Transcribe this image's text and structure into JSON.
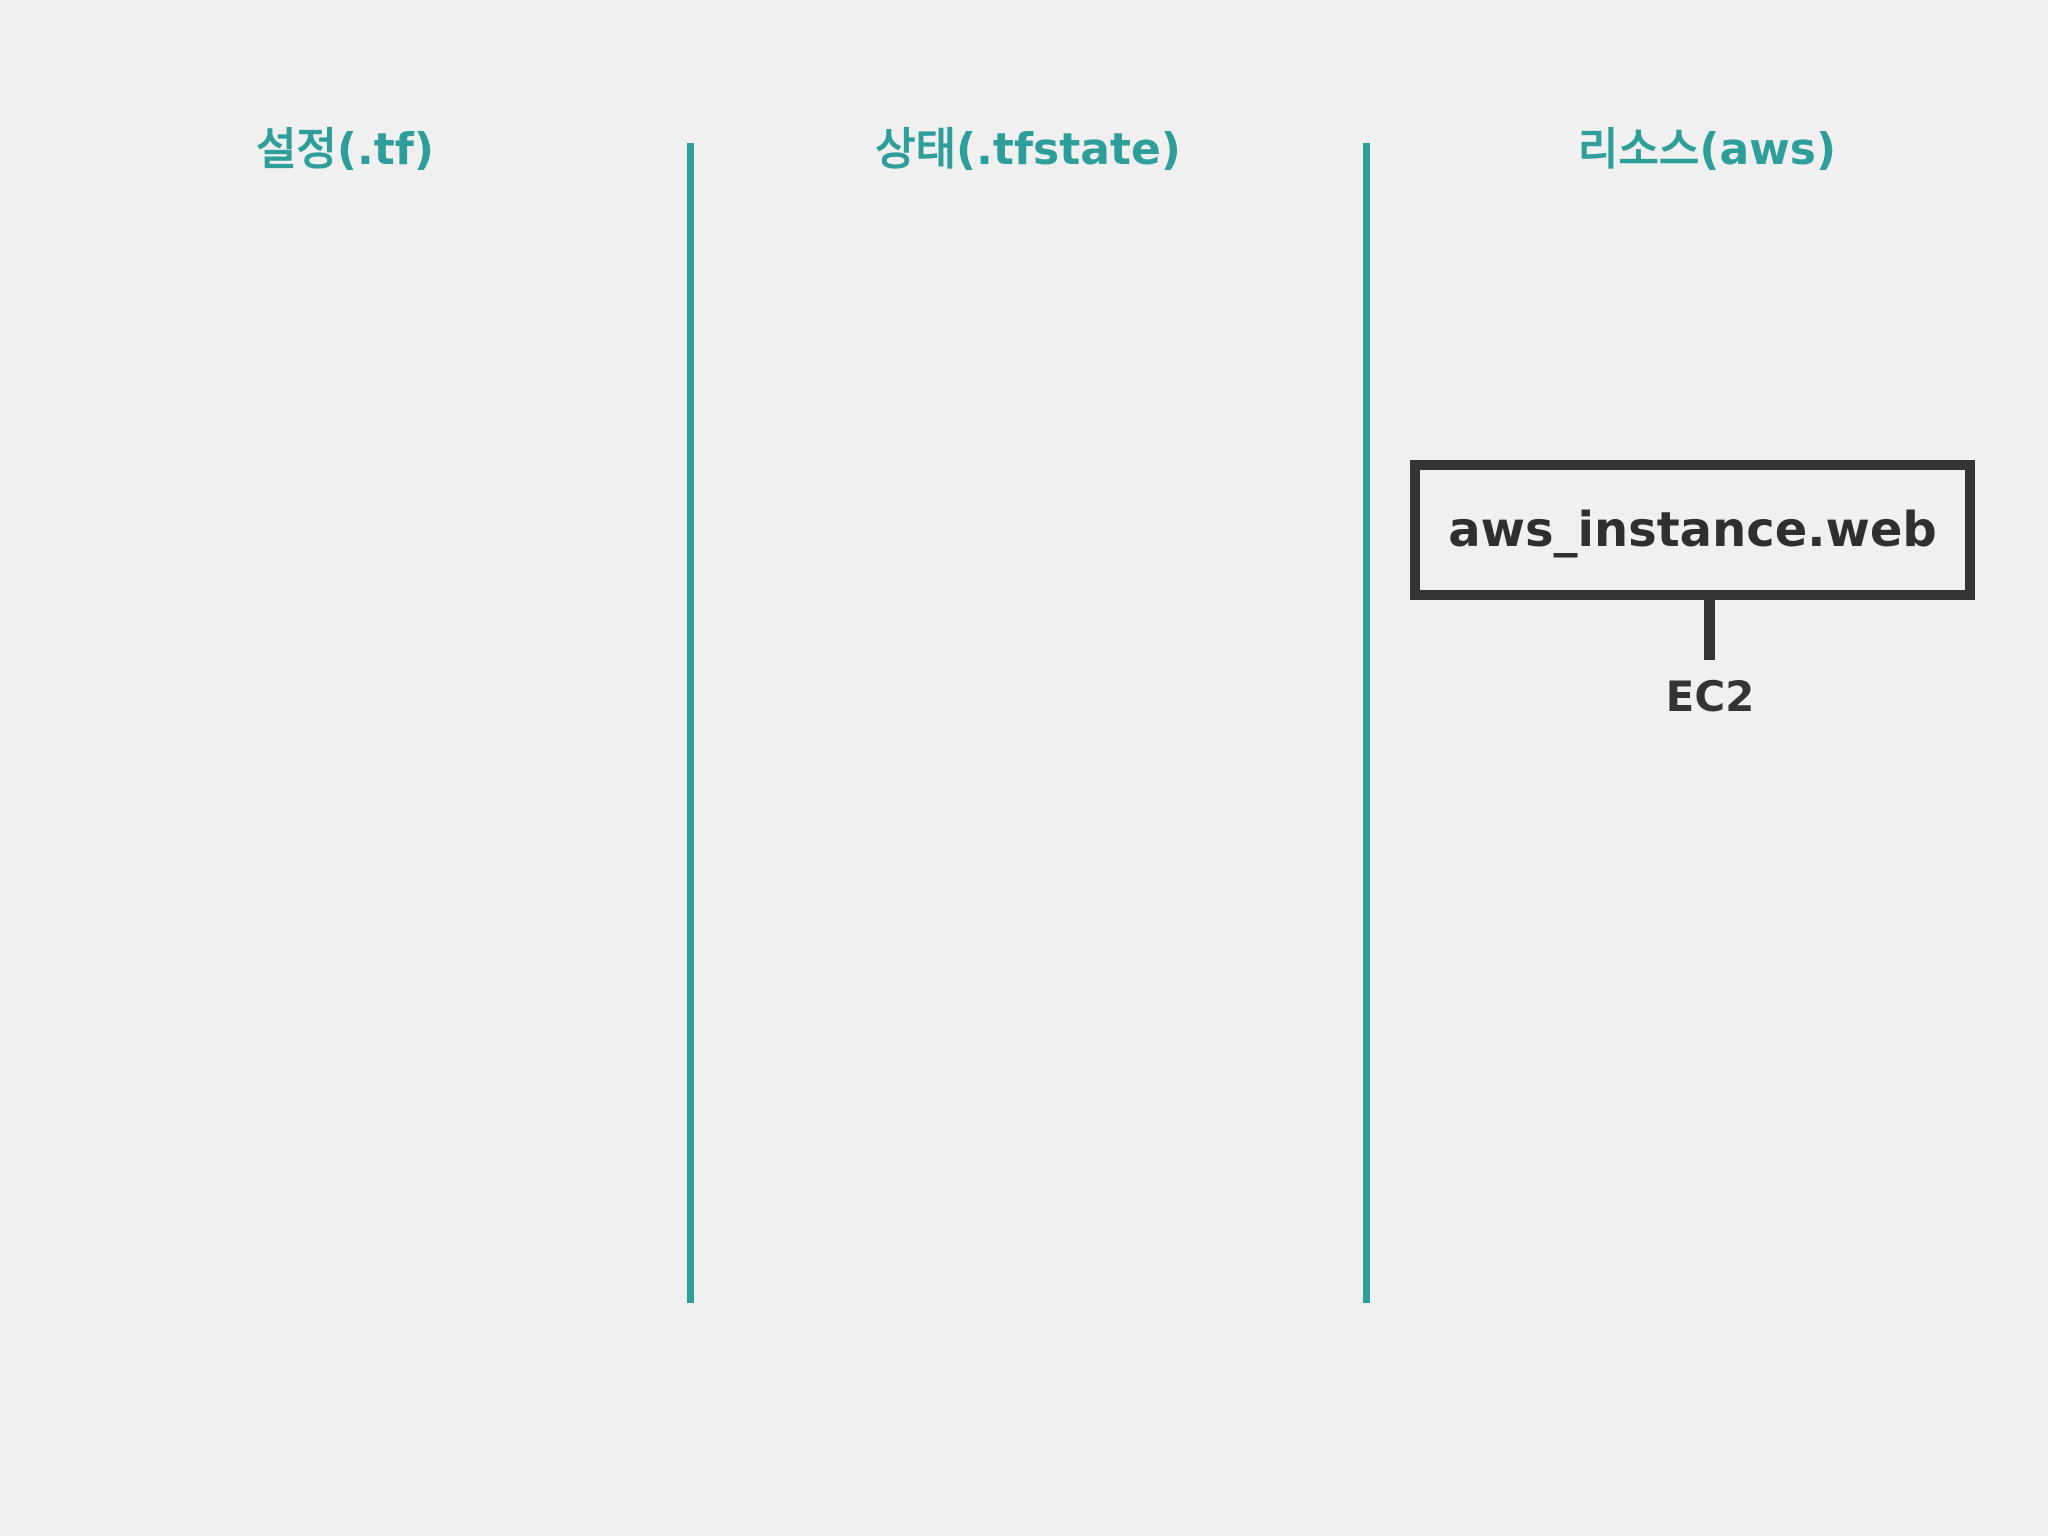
{
  "canvas": {
    "background_color": "#f0f0f0",
    "accent_color": "#2e9e9a",
    "node_color": "#343434"
  },
  "columns": [
    {
      "id": "config",
      "label": "설정(.tf)"
    },
    {
      "id": "state",
      "label": "상태(.tfstate)"
    },
    {
      "id": "resource",
      "label": "리소스(aws)"
    }
  ],
  "resource_node": {
    "label": "aws_instance.web",
    "caption": "EC2"
  }
}
